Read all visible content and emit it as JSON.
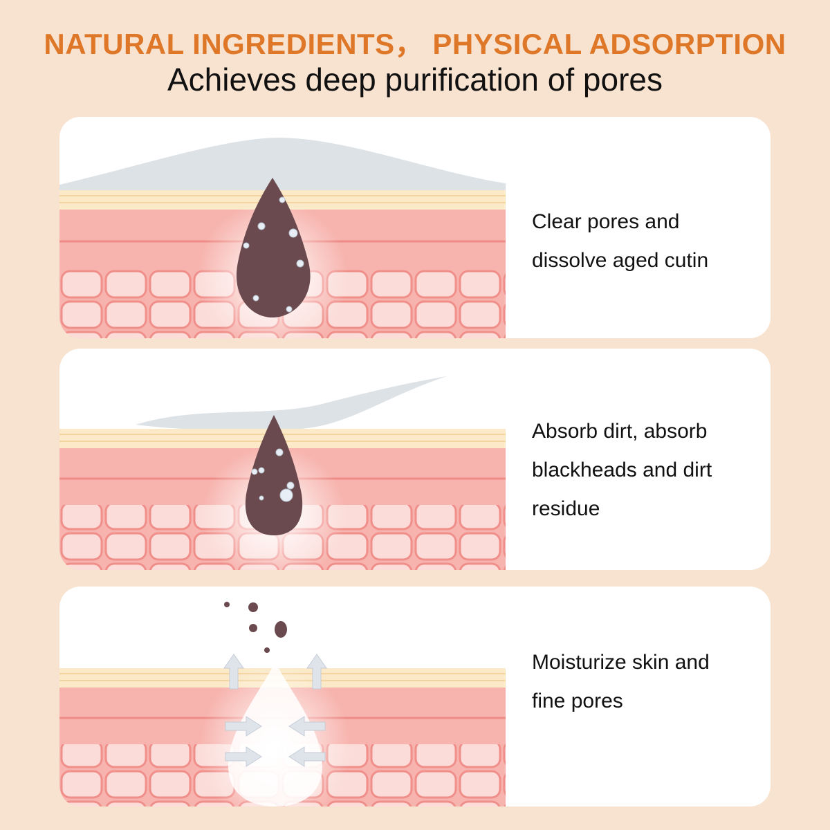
{
  "header": {
    "headline": "NATURAL INGREDIENTS， PHYSICAL ADSORPTION",
    "subhead": "Achieves deep purification of pores"
  },
  "steps": [
    {
      "lines": [
        "Clear pores and",
        "dissolve aged cutin"
      ]
    },
    {
      "lines": [
        "Absorb dirt, absorb",
        "blackheads and dirt",
        "residue"
      ]
    },
    {
      "lines": [
        "Moisturize skin and",
        "fine pores"
      ]
    }
  ],
  "colors": {
    "background": "#f8e2d0",
    "headline": "#de7727",
    "skin_cell": "#f4a7a3",
    "blackhead": "#6a4a4e"
  }
}
